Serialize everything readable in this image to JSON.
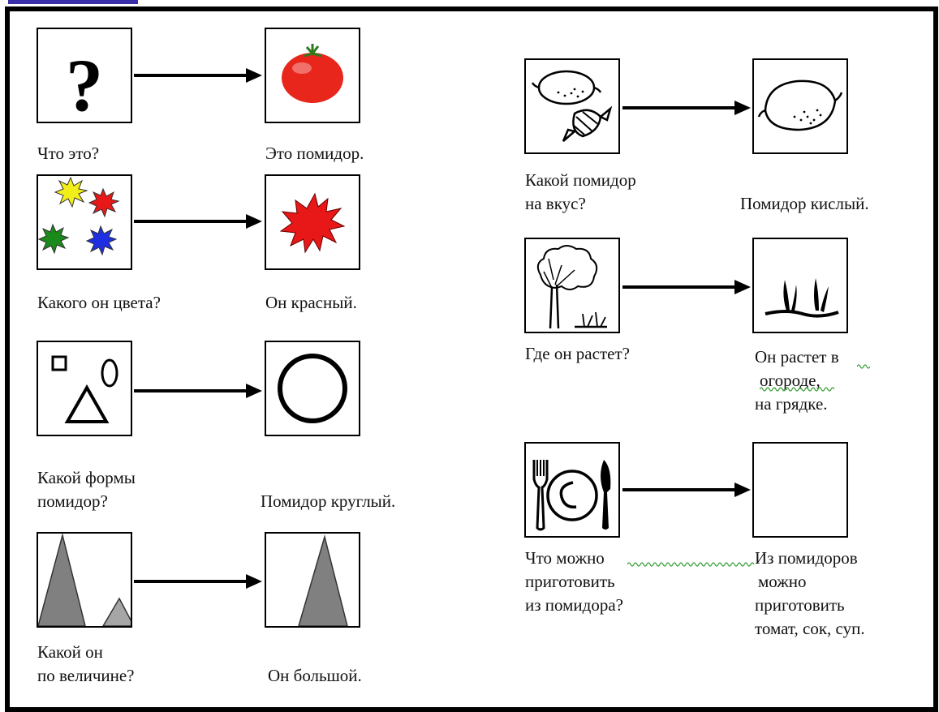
{
  "rows": [
    {
      "question": [
        "Что это?"
      ],
      "answer": [
        "Это помидор."
      ]
    },
    {
      "question": [
        "Какого он цвета?"
      ],
      "answer": [
        "Он красный."
      ]
    },
    {
      "question": [
        "Какой формы",
        "помидор?"
      ],
      "answer": [
        "Помидор круглый."
      ]
    },
    {
      "question": [
        "Какой он",
        "по величине?"
      ],
      "answer": [
        "Он большой."
      ]
    },
    {
      "question": [
        "Какой помидор",
        "на вкус?"
      ],
      "answer": [
        "Помидор кислый."
      ]
    },
    {
      "question": [
        "Где он растет?"
      ],
      "answer": [
        "Он растет в",
        "огороде,",
        "на грядке."
      ]
    },
    {
      "question": [
        "Что можно",
        "приготовить",
        "из помидора?"
      ],
      "answer": [
        "Из помидоров",
        "можно",
        "приготовить",
        "томат, сок, суп."
      ]
    }
  ],
  "colors": {
    "frame": "#000000",
    "tomato": "#e8261c",
    "blot_yellow": "#f2ee1a",
    "blot_red": "#e81818",
    "blot_green": "#1a8a1a",
    "blot_blue": "#1d2fe0",
    "triangle_gray": "#808080",
    "triangle_light": "#a6a6a6",
    "squiggle_green": "#3aa13a"
  },
  "icons": {
    "r0_q": "question-mark-icon",
    "r0_a": "tomato-icon",
    "r1_q": "color-blots-icon",
    "r1_a": "red-blot-icon",
    "r2_q": "shapes-icon",
    "r2_a": "circle-icon",
    "r3_q": "size-triangles-icon",
    "r3_a": "big-triangle-icon",
    "r4_q": "lemon-candy-icon",
    "r4_a": "lemon-icon",
    "r5_q": "tree-garden-icon",
    "r5_a": "sprouts-icon",
    "r6_q": "plate-cutlery-icon",
    "r6_a": "empty-card-icon"
  }
}
